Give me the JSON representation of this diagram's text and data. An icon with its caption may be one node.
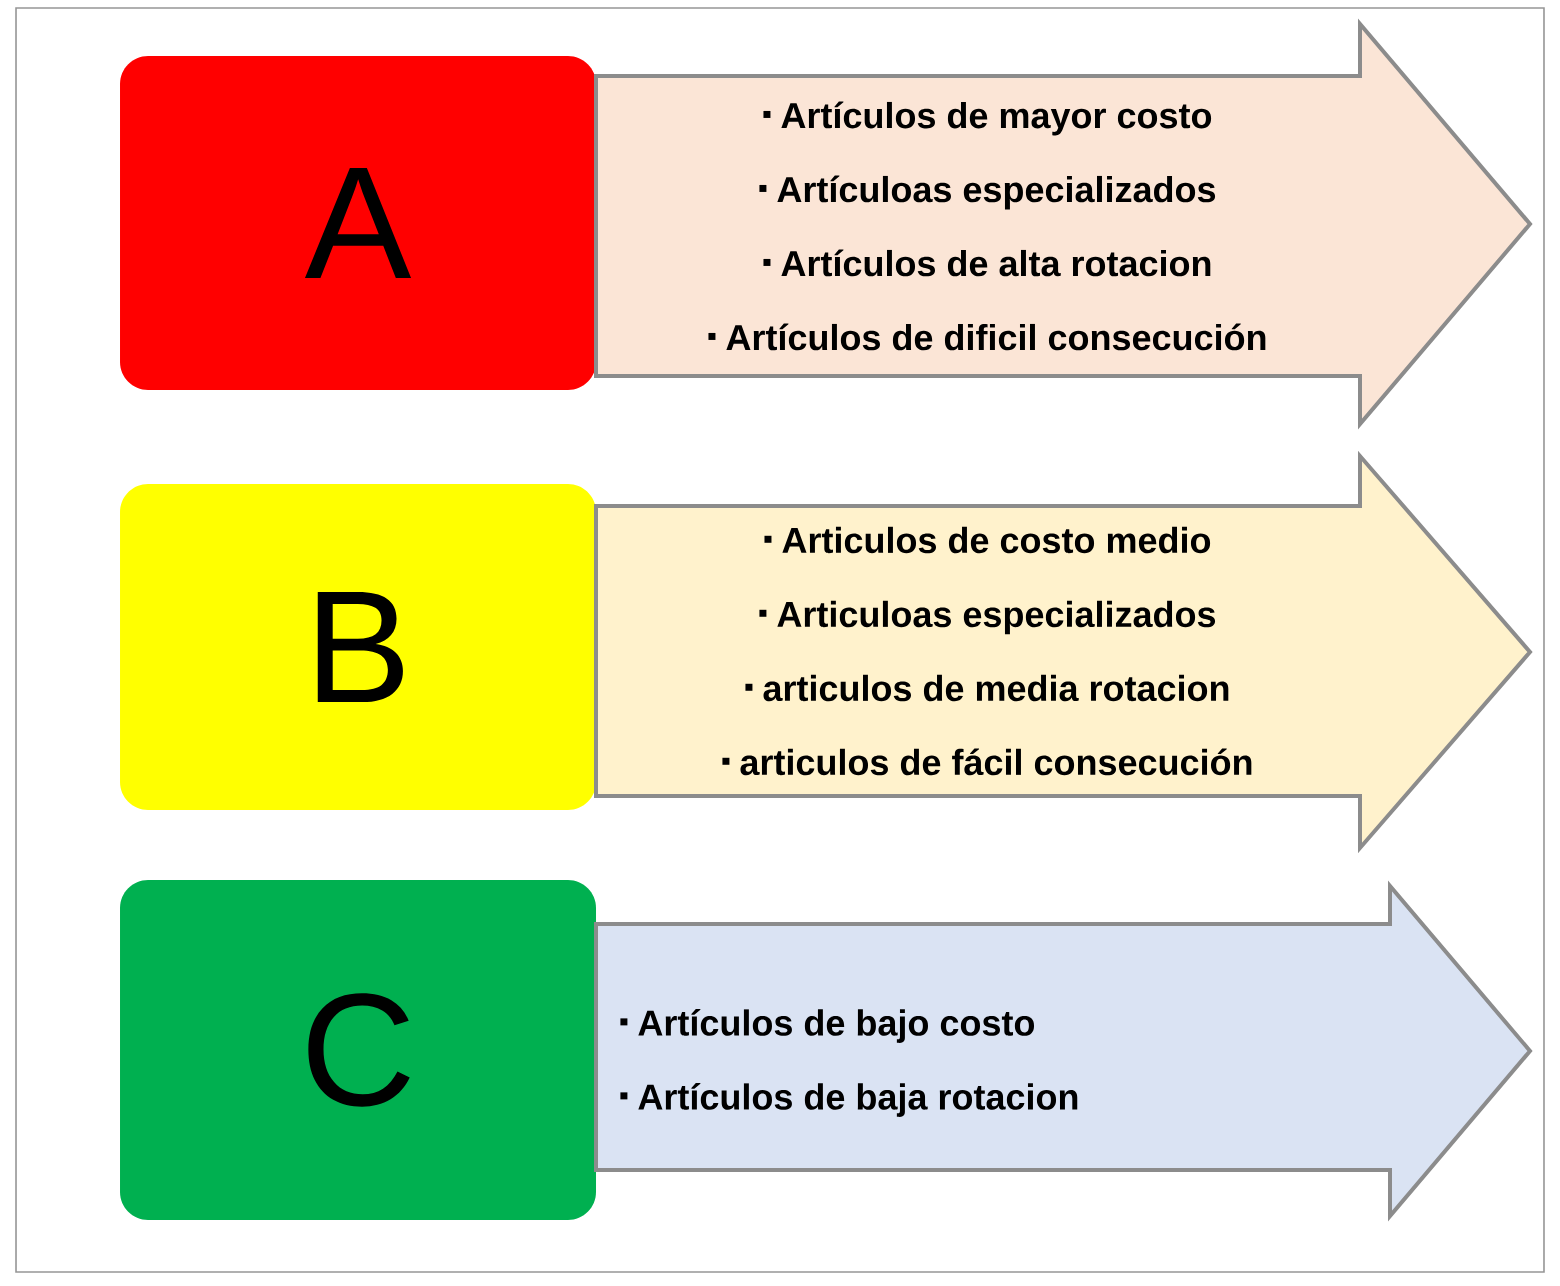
{
  "diagram": {
    "nodes": [
      {
        "text": [
          "A"
        ]
      },
      {
        "text": [
          "Artículos de mayor  costo",
          "Artículoas especializados",
          "Artículos de alta rotacion",
          "Artículos de dificil consecución"
        ]
      },
      {
        "text": [
          "B"
        ]
      },
      {
        "text": [
          "Articulos de costo medio",
          "Articuloas especializados",
          "articulos de media rotacion",
          "articulos de fácil  consecución"
        ]
      },
      {
        "text": [
          "C"
        ]
      },
      {
        "text": [
          "Artículos de bajo costo",
          "Artículos de baja rotacion"
        ]
      }
    ]
  }
}
